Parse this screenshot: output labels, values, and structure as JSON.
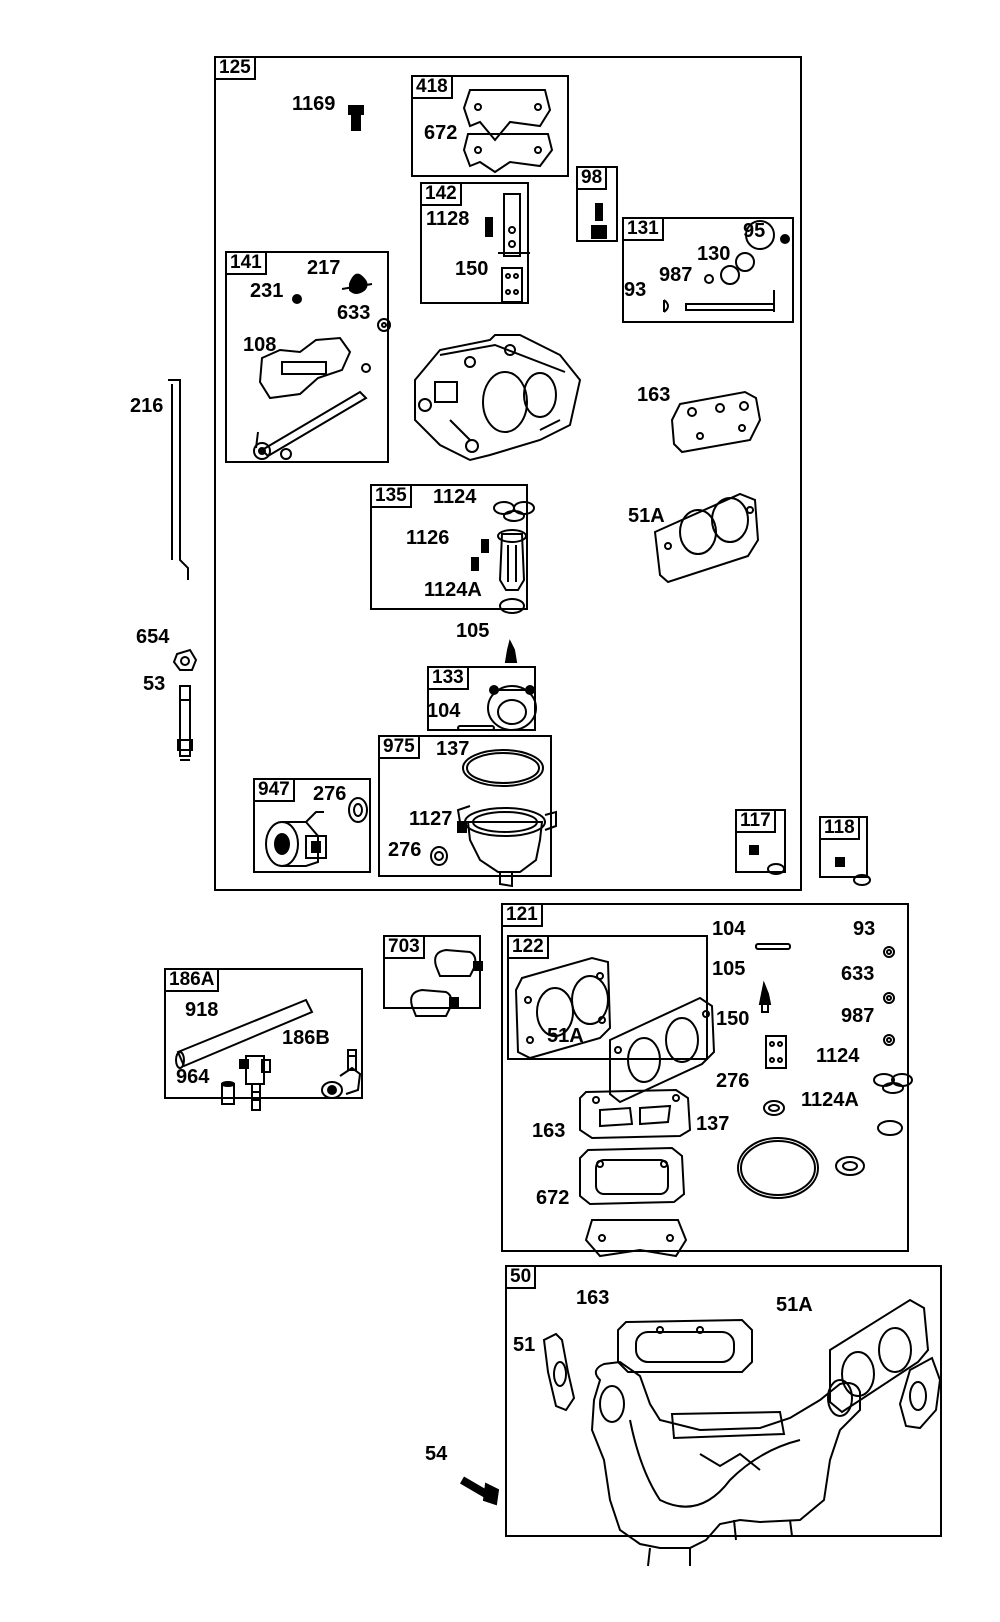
{
  "boxes": {
    "b125": "125",
    "b418": "418",
    "b98": "98",
    "b142": "142",
    "b131": "131",
    "b141": "141",
    "b135": "135",
    "b133": "133",
    "b975": "975",
    "b947": "947",
    "b117": "117",
    "b118": "118",
    "b121": "121",
    "b122": "122",
    "b703": "703",
    "b186A": "186A",
    "b50": "50"
  },
  "labels": {
    "l1169": "1169",
    "l672a": "672",
    "l1128": "1128",
    "l150a": "150",
    "l95a": "95",
    "l130": "130",
    "l987a": "987",
    "l93a": "93",
    "l217": "217",
    "l231": "231",
    "l633a": "633",
    "l108": "108",
    "l216": "216",
    "l163a": "163",
    "l51Aa": "51A",
    "l1124a": "1124",
    "l1126": "1126",
    "l1124Aa": "1124A",
    "l105a": "105",
    "l104a": "104",
    "l137a": "137",
    "l1127": "1127",
    "l276a": "276",
    "l276b": "276",
    "l654": "654",
    "l53": "53",
    "l104b": "104",
    "l93b": "93",
    "l105b": "105",
    "l633b": "633",
    "l150b": "150",
    "l987b": "987",
    "l1124b": "1124",
    "l276c": "276",
    "l1124Ab": "1124A",
    "l137b": "137",
    "l163b": "163",
    "l672b": "672",
    "l51Ab": "51A",
    "l918": "918",
    "l186B": "186B",
    "l964": "964",
    "l163c": "163",
    "l51Ac": "51A",
    "l51": "51",
    "l54": "54"
  }
}
